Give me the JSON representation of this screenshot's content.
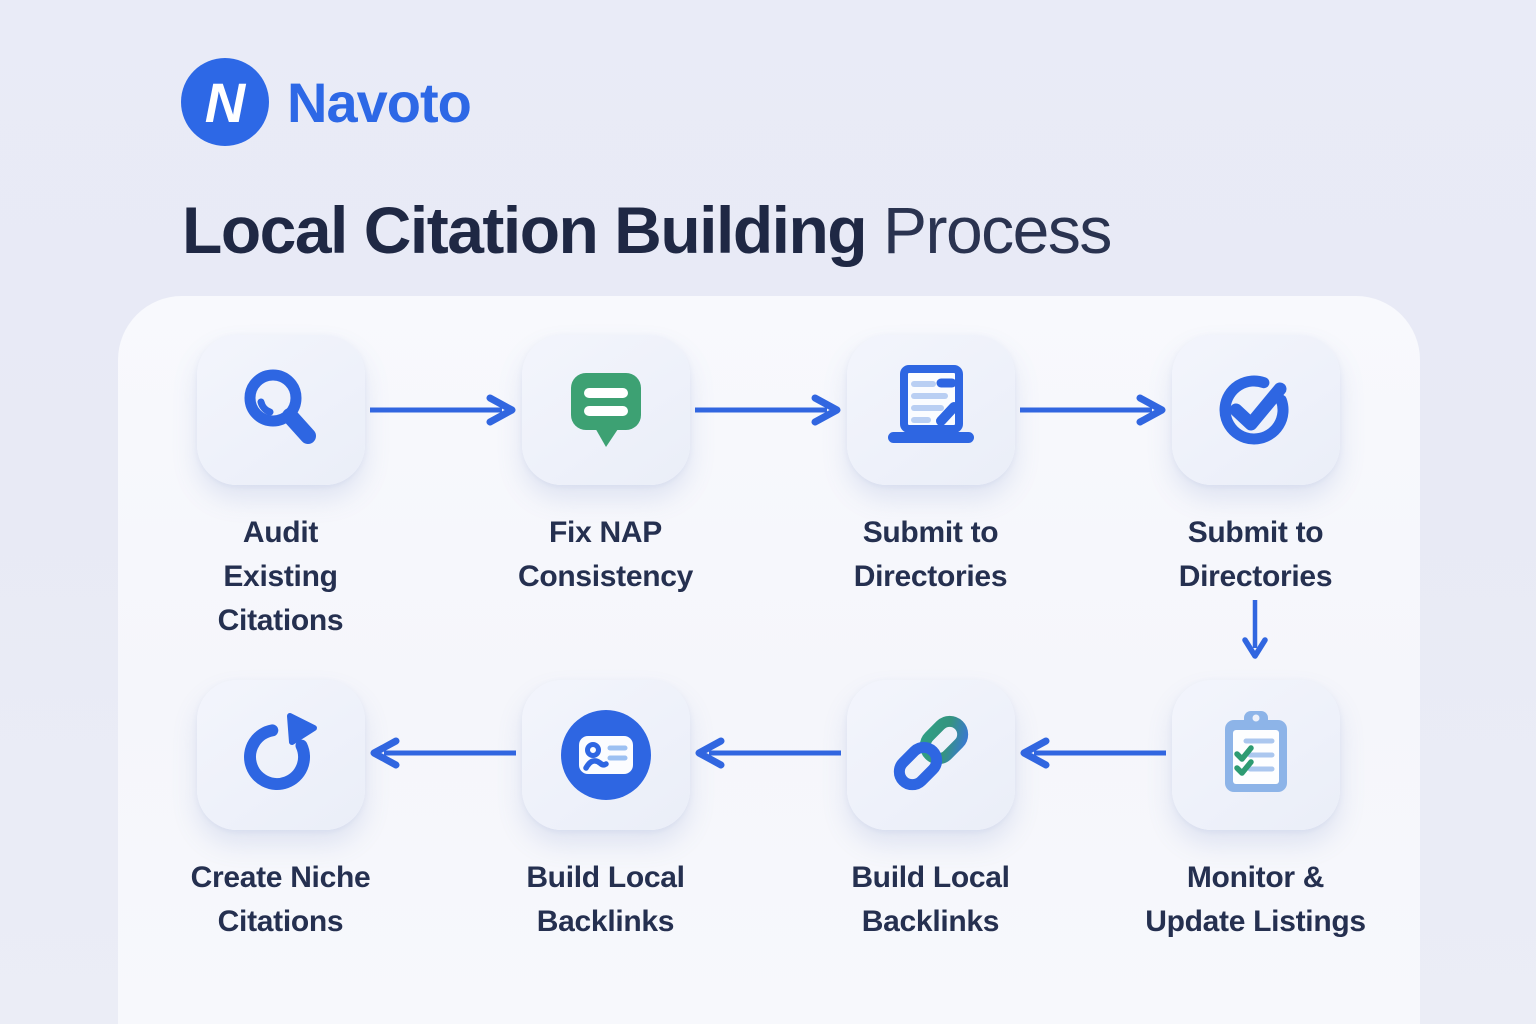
{
  "logo": {
    "monogram": "N",
    "brand": "Navoto"
  },
  "title": {
    "emphasis": "Local Citation Building",
    "light": "Process"
  },
  "colors": {
    "accent_blue": "#2e66e2",
    "green": "#3da173",
    "check_green": "#2d9b72",
    "teal": "#2f9f85",
    "navy_title": "#1f2844",
    "navy_label": "#253050",
    "background": "#e9ebf7",
    "panel": "#f6f7fc",
    "card": "#edf0f9",
    "light_blue_lines": "#b9cff3",
    "clipboard_blue": "#8db4e8"
  },
  "flow": {
    "row1": [
      {
        "icon": "magnifier-icon",
        "label": "Audit Existing Citations"
      },
      {
        "icon": "speech-bubble-icon",
        "label": "Fix NAP Consistency"
      },
      {
        "icon": "laptop-icon",
        "label": "Submit to Directories"
      },
      {
        "icon": "check-circle-icon",
        "label": "Submit to Directories"
      }
    ],
    "row2": [
      {
        "icon": "refresh-icon",
        "label": "Create Niche Citations"
      },
      {
        "icon": "contact-card-icon",
        "label": "Build Local Backlinks"
      },
      {
        "icon": "chain-link-icon",
        "label": "Build Local Backlinks"
      },
      {
        "icon": "clipboard-icon",
        "label": "Monitor & Update Listings"
      }
    ]
  }
}
